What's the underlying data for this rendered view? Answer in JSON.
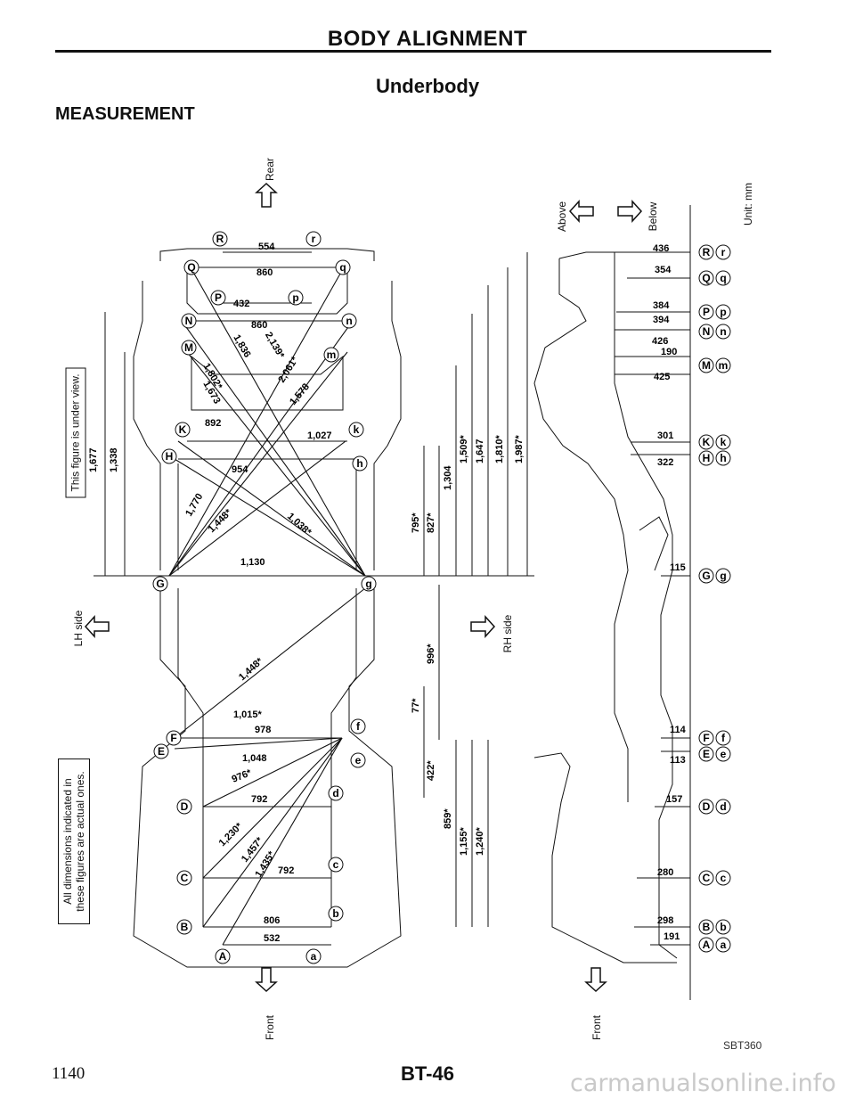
{
  "header": {
    "title": "BODY ALIGNMENT",
    "subtitle": "Underbody",
    "section": "MEASUREMENT"
  },
  "notes": {
    "under_view": "This figure is under view.",
    "actual_line1": "All dimensions indicated in",
    "actual_line2": "these figures are actual ones."
  },
  "directions": {
    "rear": "Rear",
    "front": "Front",
    "lh": "LH side",
    "rh": "RH side",
    "above": "Above",
    "below": "Below"
  },
  "unit": "Unit: mm",
  "footer": {
    "page_number": "1140",
    "page_code": "BT-46",
    "figure_code": "SBT360",
    "watermark": "carmanualsonline.info"
  },
  "plan_labels": {
    "R": "R",
    "r": "r",
    "Q": "Q",
    "q": "q",
    "P": "P",
    "p": "p",
    "N": "N",
    "n": "n",
    "M": "M",
    "m": "m",
    "K": "K",
    "k": "k",
    "H": "H",
    "h": "h",
    "G": "G",
    "g": "g",
    "F": "F",
    "f": "f",
    "E": "E",
    "e": "e",
    "D": "D",
    "d": "d",
    "C": "C",
    "c": "c",
    "B": "B",
    "b": "b",
    "A": "A",
    "a": "a"
  },
  "plan_dims": {
    "d554": "554",
    "d860a": "860",
    "d432": "432",
    "d860b": "860",
    "d892": "892",
    "d1027": "1,027",
    "d954": "954",
    "d1130": "1,130",
    "d1836": "1,836",
    "d2139": "2,139*",
    "d2061": "2,061*",
    "d1802": "1,802*",
    "d1673": "1,673",
    "d1578": "1,578",
    "d1770": "1,770",
    "d1448a": "1,448*",
    "d1038": "1,038*",
    "d1448b": "1,448*",
    "d1015": "1,015*",
    "d978": "978",
    "d1048": "1,048",
    "d976": "976*",
    "d792a": "792",
    "d1230": "1,230*",
    "d1457": "1,457*",
    "d1435": "1,435*",
    "d792b": "792",
    "d806": "806",
    "d532": "532"
  },
  "vert_dims": {
    "v1677": "1,677",
    "v1338": "1,338",
    "v795": "795*",
    "v827": "827*",
    "v1304": "1,304",
    "v1509": "1,509*",
    "v1647": "1,647",
    "v1810": "1,810*",
    "v1987": "1,987*",
    "v996": "996*",
    "v77": "77*",
    "v422": "422*",
    "v859": "859*",
    "v1155": "1,155*",
    "v1240": "1,240*"
  },
  "side_dims": {
    "s436": "436",
    "s354": "354",
    "s384": "384",
    "s394": "394",
    "s426": "426",
    "s190": "190",
    "s425": "425",
    "s301": "301",
    "s322": "322",
    "s115": "115",
    "s114": "114",
    "s113": "113",
    "s157": "157",
    "s280": "280",
    "s298": "298",
    "s191": "191"
  },
  "side_labels": {
    "rr": [
      "R",
      "r"
    ],
    "qq": [
      "Q",
      "q"
    ],
    "pp": [
      "P",
      "p"
    ],
    "nn": [
      "N",
      "n"
    ],
    "mm": [
      "M",
      "m"
    ],
    "kk": [
      "K",
      "k"
    ],
    "hh": [
      "H",
      "h"
    ],
    "gg": [
      "G",
      "g"
    ],
    "ff": [
      "F",
      "f"
    ],
    "ee": [
      "E",
      "e"
    ],
    "dd": [
      "D",
      "d"
    ],
    "cc": [
      "C",
      "c"
    ],
    "bb": [
      "B",
      "b"
    ],
    "aa": [
      "A",
      "a"
    ]
  }
}
